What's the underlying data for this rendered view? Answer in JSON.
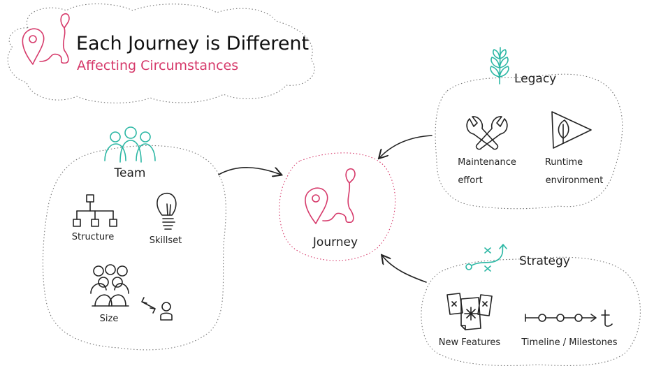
{
  "colors": {
    "accent_pink": "#d63a6b",
    "accent_teal": "#2bb7a4",
    "ink": "#222222"
  },
  "header": {
    "title": "Each Journey is Different",
    "subtitle": "Affecting Circumstances",
    "icon": "map-pin-route-icon"
  },
  "center": {
    "label": "Journey",
    "icon": "map-pin-route-icon"
  },
  "team": {
    "heading": "Team",
    "icon": "people-group-icon",
    "items": [
      {
        "label": "Structure",
        "icon": "org-chart-icon"
      },
      {
        "label": "Skillset",
        "icon": "lightbulb-icon"
      },
      {
        "label": "Size",
        "icon": "crowd-vs-person-icon"
      }
    ]
  },
  "legacy": {
    "heading": "Legacy",
    "icon": "wheat-icon",
    "items": [
      {
        "label_lines": [
          "Maintenance",
          "effort"
        ],
        "icon": "wrenches-icon"
      },
      {
        "label_lines": [
          "Runtime",
          "environment"
        ],
        "icon": "play-leaf-icon"
      }
    ]
  },
  "strategy": {
    "heading": "Strategy",
    "icon": "play-plan-icon",
    "items": [
      {
        "label": "New Features",
        "icon": "sparkle-pages-icon"
      },
      {
        "label": "Timeline / Milestones",
        "icon": "timeline-icon"
      }
    ]
  }
}
